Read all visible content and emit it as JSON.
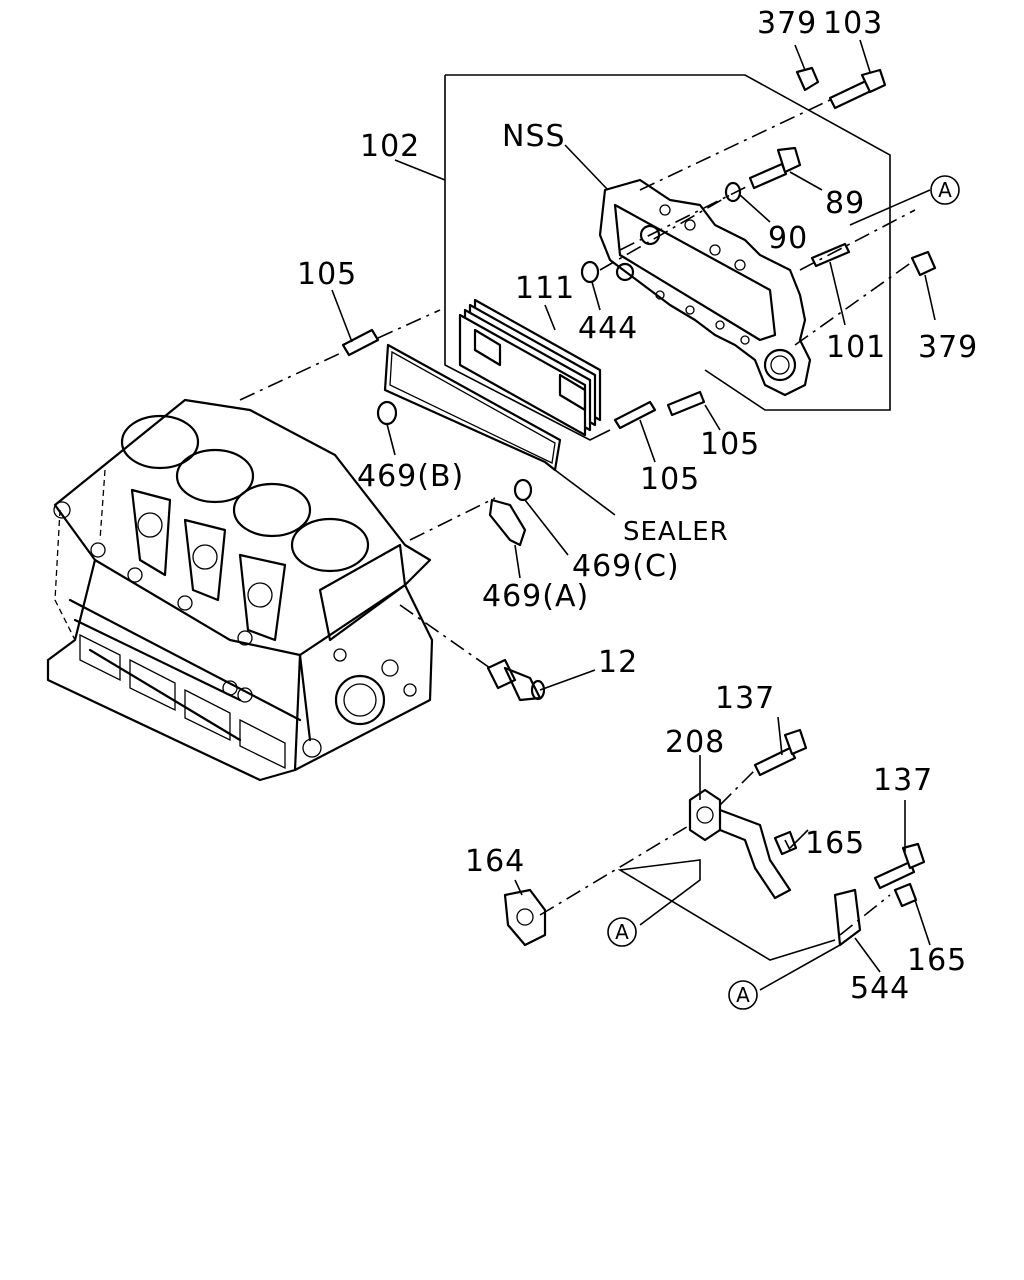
{
  "labels": {
    "l379a": "379",
    "l103": "103",
    "l102": "102",
    "lNSS": "NSS",
    "l89": "89",
    "l90": "90",
    "l105a": "105",
    "l111": "111",
    "l444": "444",
    "l101": "101",
    "l379b": "379",
    "l105b": "105",
    "l105c": "105",
    "l469b": "469(B)",
    "lSEALER": "SEALER",
    "l469c": "469(C)",
    "l469a": "469(A)",
    "l12": "12",
    "l137a": "137",
    "l208": "208",
    "l165a": "165",
    "l137b": "137",
    "l164": "164",
    "l165b": "165",
    "l544": "544",
    "refA1": "A",
    "refA2": "A",
    "refA3": "A"
  }
}
